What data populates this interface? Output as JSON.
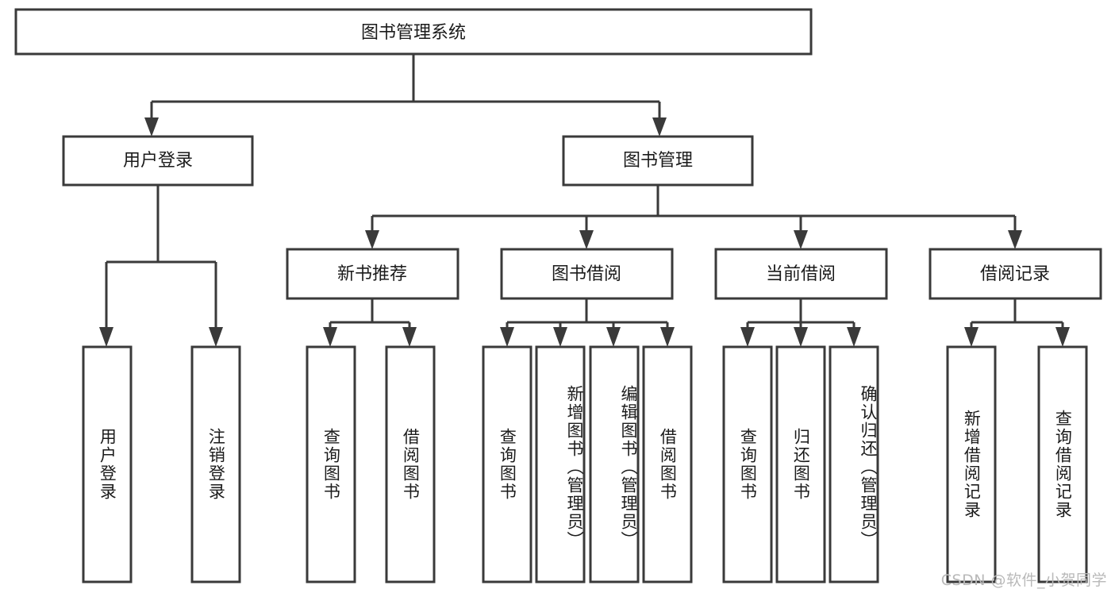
{
  "diagram": {
    "title_node": {
      "label": "图书管理系统"
    },
    "level2": [
      {
        "id": "user-login",
        "label": "用户登录"
      },
      {
        "id": "book-management",
        "label": "图书管理"
      }
    ],
    "level3": [
      {
        "id": "new-book-recommend",
        "label": "新书推荐"
      },
      {
        "id": "book-borrow",
        "label": "图书借阅"
      },
      {
        "id": "current-borrow",
        "label": "当前借阅"
      },
      {
        "id": "borrow-record",
        "label": "借阅记录"
      }
    ],
    "leaves": [
      {
        "id": "leaf-user-login",
        "label": "用户登录",
        "parent": "用户登录"
      },
      {
        "id": "leaf-logout-login",
        "label": "注销登录",
        "parent": "用户登录"
      },
      {
        "id": "leaf-query-book-1",
        "label": "查询图书",
        "parent": "新书推荐"
      },
      {
        "id": "leaf-borrow-book-1",
        "label": "借阅图书",
        "parent": "新书推荐"
      },
      {
        "id": "leaf-query-book-2",
        "label": "查询图书",
        "parent": "图书借阅"
      },
      {
        "id": "leaf-add-book-admin",
        "label": "新增图书（管理员）",
        "parent": "图书借阅"
      },
      {
        "id": "leaf-edit-book-admin",
        "label": "编辑图书（管理员）",
        "parent": "图书借阅"
      },
      {
        "id": "leaf-borrow-book-2",
        "label": "借阅图书",
        "parent": "图书借阅"
      },
      {
        "id": "leaf-query-book-3",
        "label": "查询图书",
        "parent": "当前借阅"
      },
      {
        "id": "leaf-return-book",
        "label": "归还图书",
        "parent": "当前借阅"
      },
      {
        "id": "leaf-confirm-return-admin",
        "label": "确认归还（管理员）",
        "parent": "当前借阅"
      },
      {
        "id": "leaf-add-borrow-record",
        "label": "新增借阅记录",
        "parent": "借阅记录"
      },
      {
        "id": "leaf-query-borrow-record",
        "label": "查询借阅记录",
        "parent": "借阅记录"
      }
    ],
    "colors": {
      "box_stroke": "#3a3a3a",
      "box_fill": "#ffffff",
      "text": "#1b1b1b",
      "watermark": "#b9b9b9",
      "background": "#ffffff"
    }
  },
  "watermark": {
    "text": "CSDN @软件_小贺同学"
  }
}
